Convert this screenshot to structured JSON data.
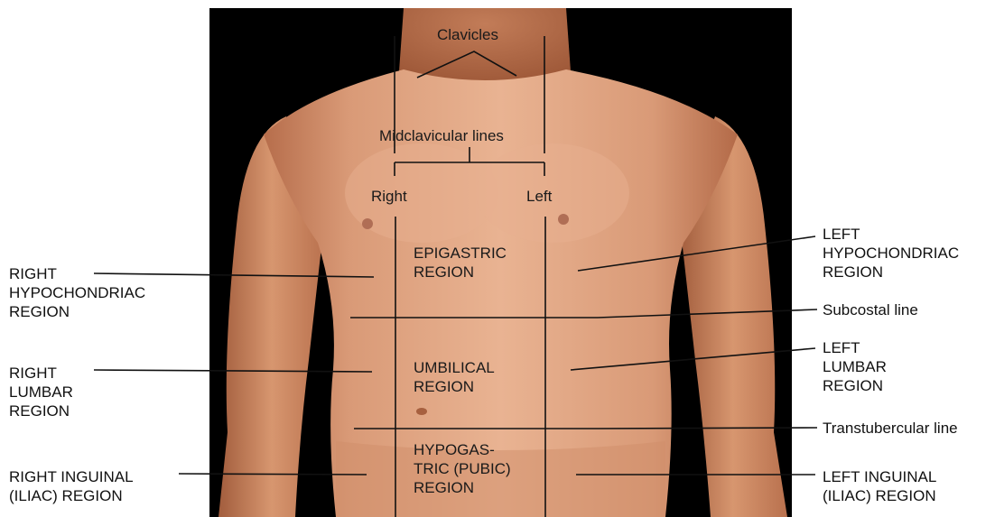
{
  "labels": {
    "clavicles": "Clavicles",
    "midclavicular": "Midclavicular lines",
    "right": "Right",
    "left": "Left",
    "epigastric": "EPIGASTRIC\nREGION",
    "umbilical": "UMBILICAL\nREGION",
    "hypogastric": "HYPOGAS-\nTRIC (PUBIC)\nREGION",
    "right_hypochondriac": "RIGHT\nHYPOCHONDRIAC\nREGION",
    "right_lumbar": "RIGHT\nLUMBAR\nREGION",
    "right_inguinal": "RIGHT INGUINAL\n(ILIAC) REGION",
    "left_hypochondriac": "LEFT\nHYPOCHONDRIAC\nREGION",
    "subcostal": "Subcostal line",
    "left_lumbar": "LEFT\nLUMBAR\nREGION",
    "transtubercular": "Transtubercular line",
    "left_inguinal": "LEFT INGUINAL\n(ILIAC) REGION"
  },
  "colors": {
    "background": "#000000",
    "skin_light": "#e7ae8a",
    "skin_mid": "#d39370",
    "skin_shadow": "#a7603f",
    "line": "#111111"
  }
}
